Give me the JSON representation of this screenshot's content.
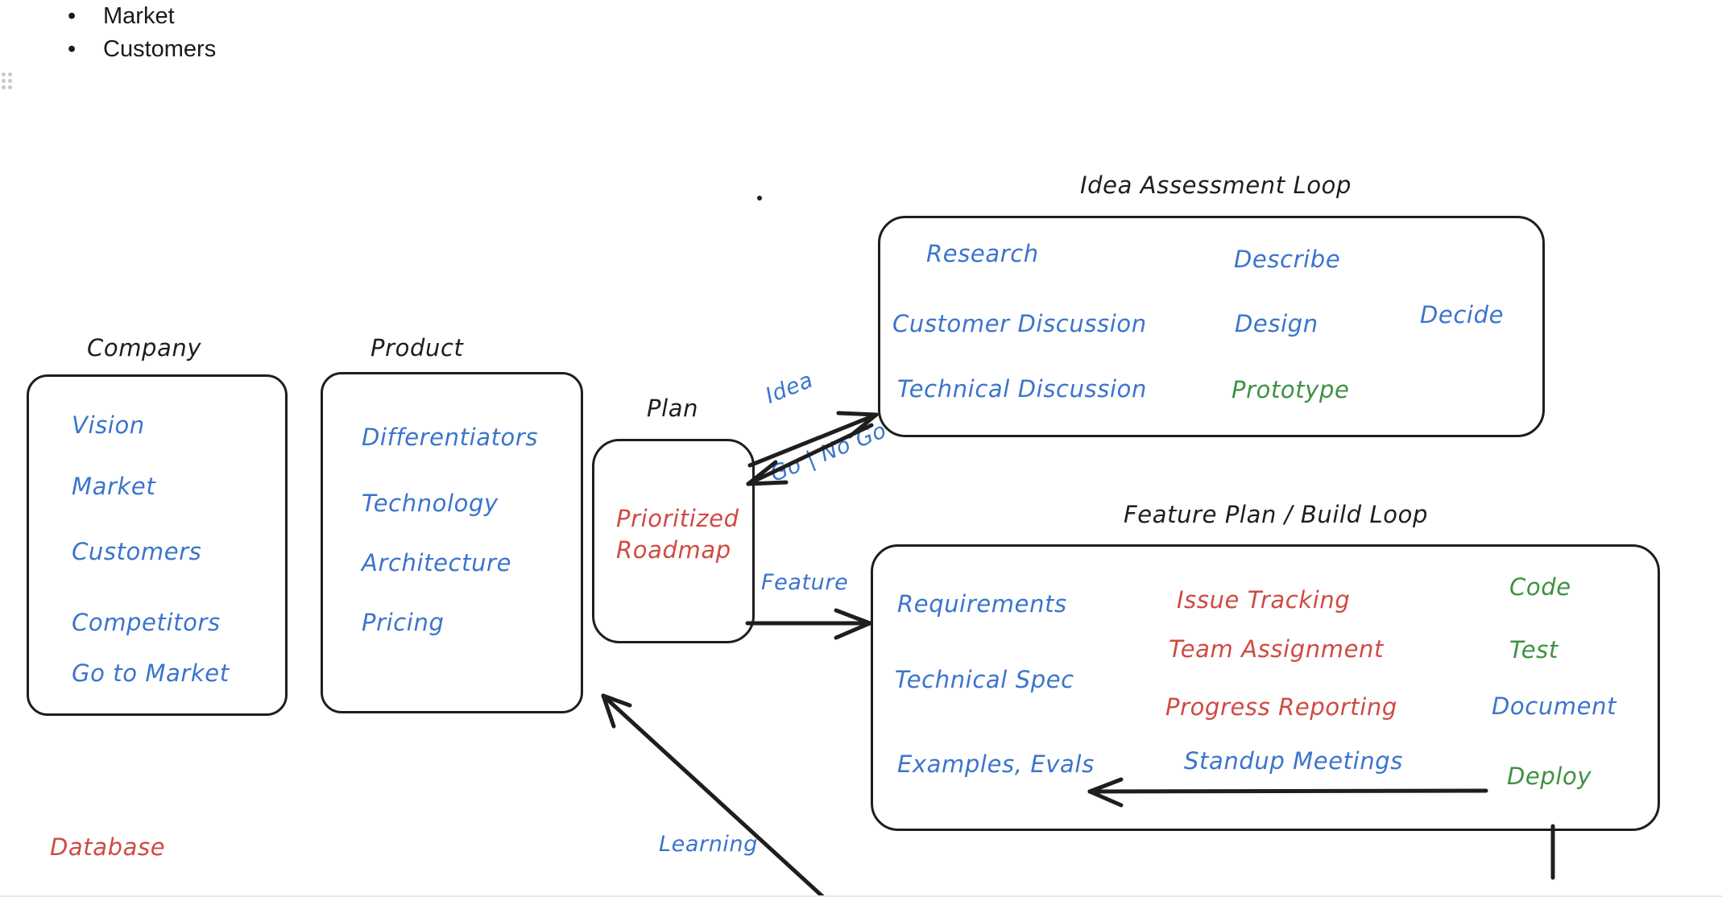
{
  "document": {
    "bullets": [
      "Market",
      "Customers"
    ],
    "drag_handle_icon": "drag-dots-icon"
  },
  "diagram": {
    "groups": [
      {
        "id": "company",
        "title": "Company",
        "items": [
          "Vision",
          "Market",
          "Customers",
          "Competitors",
          "Go to Market"
        ]
      },
      {
        "id": "product",
        "title": "Product",
        "items": [
          "Differentiators",
          "Technology",
          "Architecture",
          "Pricing"
        ]
      },
      {
        "id": "plan",
        "title": "Plan",
        "items": [
          "Prioritized\nRoadmap"
        ]
      },
      {
        "id": "idea-assessment-loop",
        "title": "Idea Assessment Loop",
        "items": [
          "Research",
          "Customer Discussion",
          "Technical Discussion",
          "Describe",
          "Design",
          "Prototype",
          "Decide"
        ]
      },
      {
        "id": "feature-plan-build-loop",
        "title": "Feature Plan / Build Loop",
        "items": [
          "Requirements",
          "Technical Spec",
          "Examples, Evals",
          "Issue Tracking",
          "Team Assignment",
          "Progress Reporting",
          "Standup Meetings",
          "Code",
          "Test",
          "Document",
          "Deploy"
        ]
      }
    ],
    "loose_labels": [
      {
        "id": "database",
        "text": "Database"
      }
    ],
    "edges": [
      {
        "id": "idea",
        "label": "Idea"
      },
      {
        "id": "go-no-go",
        "label": "Go | No Go"
      },
      {
        "id": "feature",
        "label": "Feature"
      },
      {
        "id": "learning",
        "label": "Learning"
      },
      {
        "id": "build-loop-return",
        "label": ""
      }
    ],
    "colors": {
      "stroke": "#1e1e1e",
      "blue": "#3b74cc",
      "red": "#d04a42",
      "green": "#3e9142",
      "background": "#ffffff"
    }
  }
}
